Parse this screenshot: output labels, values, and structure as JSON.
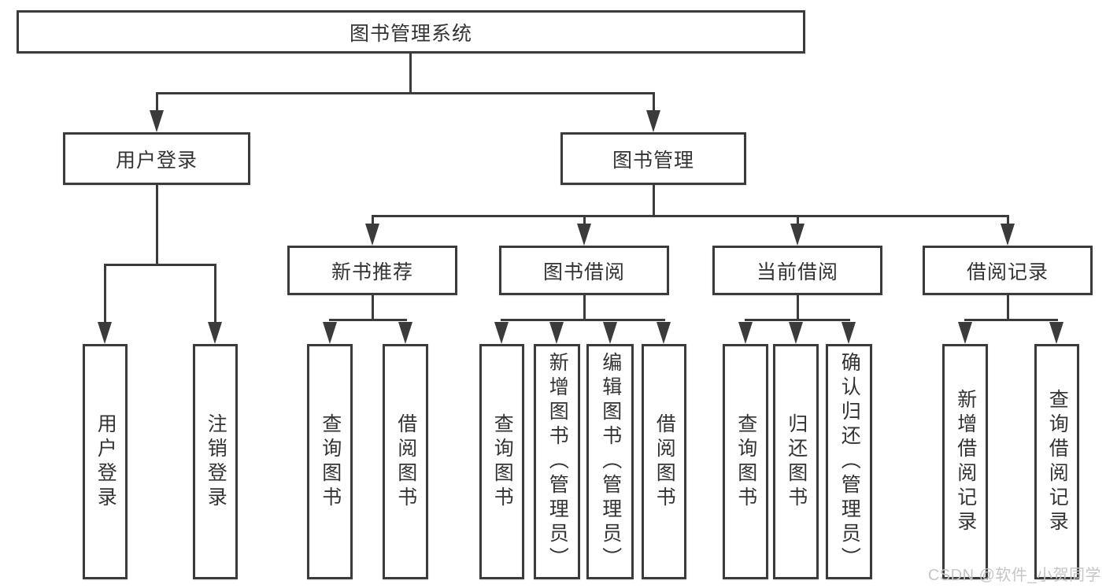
{
  "tree": {
    "root": {
      "label": "图书管理系统"
    },
    "children": [
      {
        "label": "用户登录",
        "children": [
          {
            "label": "用户登录"
          },
          {
            "label": "注销登录"
          }
        ]
      },
      {
        "label": "图书管理",
        "children": [
          {
            "label": "新书推荐",
            "children": [
              {
                "label": "查询图书"
              },
              {
                "label": "借阅图书"
              }
            ]
          },
          {
            "label": "图书借阅",
            "children": [
              {
                "label": "查询图书"
              },
              {
                "label": "新增图书（管理员）"
              },
              {
                "label": "编辑图书（管理员）"
              },
              {
                "label": "借阅图书"
              }
            ]
          },
          {
            "label": "当前借阅",
            "children": [
              {
                "label": "查询图书"
              },
              {
                "label": "归还图书"
              },
              {
                "label": "确认归还（管理员）"
              }
            ]
          },
          {
            "label": "借阅记录",
            "children": [
              {
                "label": "新增借阅记录"
              },
              {
                "label": "查询借阅记录"
              }
            ]
          }
        ]
      }
    ]
  },
  "watermark": {
    "text": "CSDN @软件_小贺同学"
  },
  "colors": {
    "line": "#3b3b3b",
    "text": "#333333",
    "watermark": "#c6c6c6",
    "background": "#ffffff"
  }
}
